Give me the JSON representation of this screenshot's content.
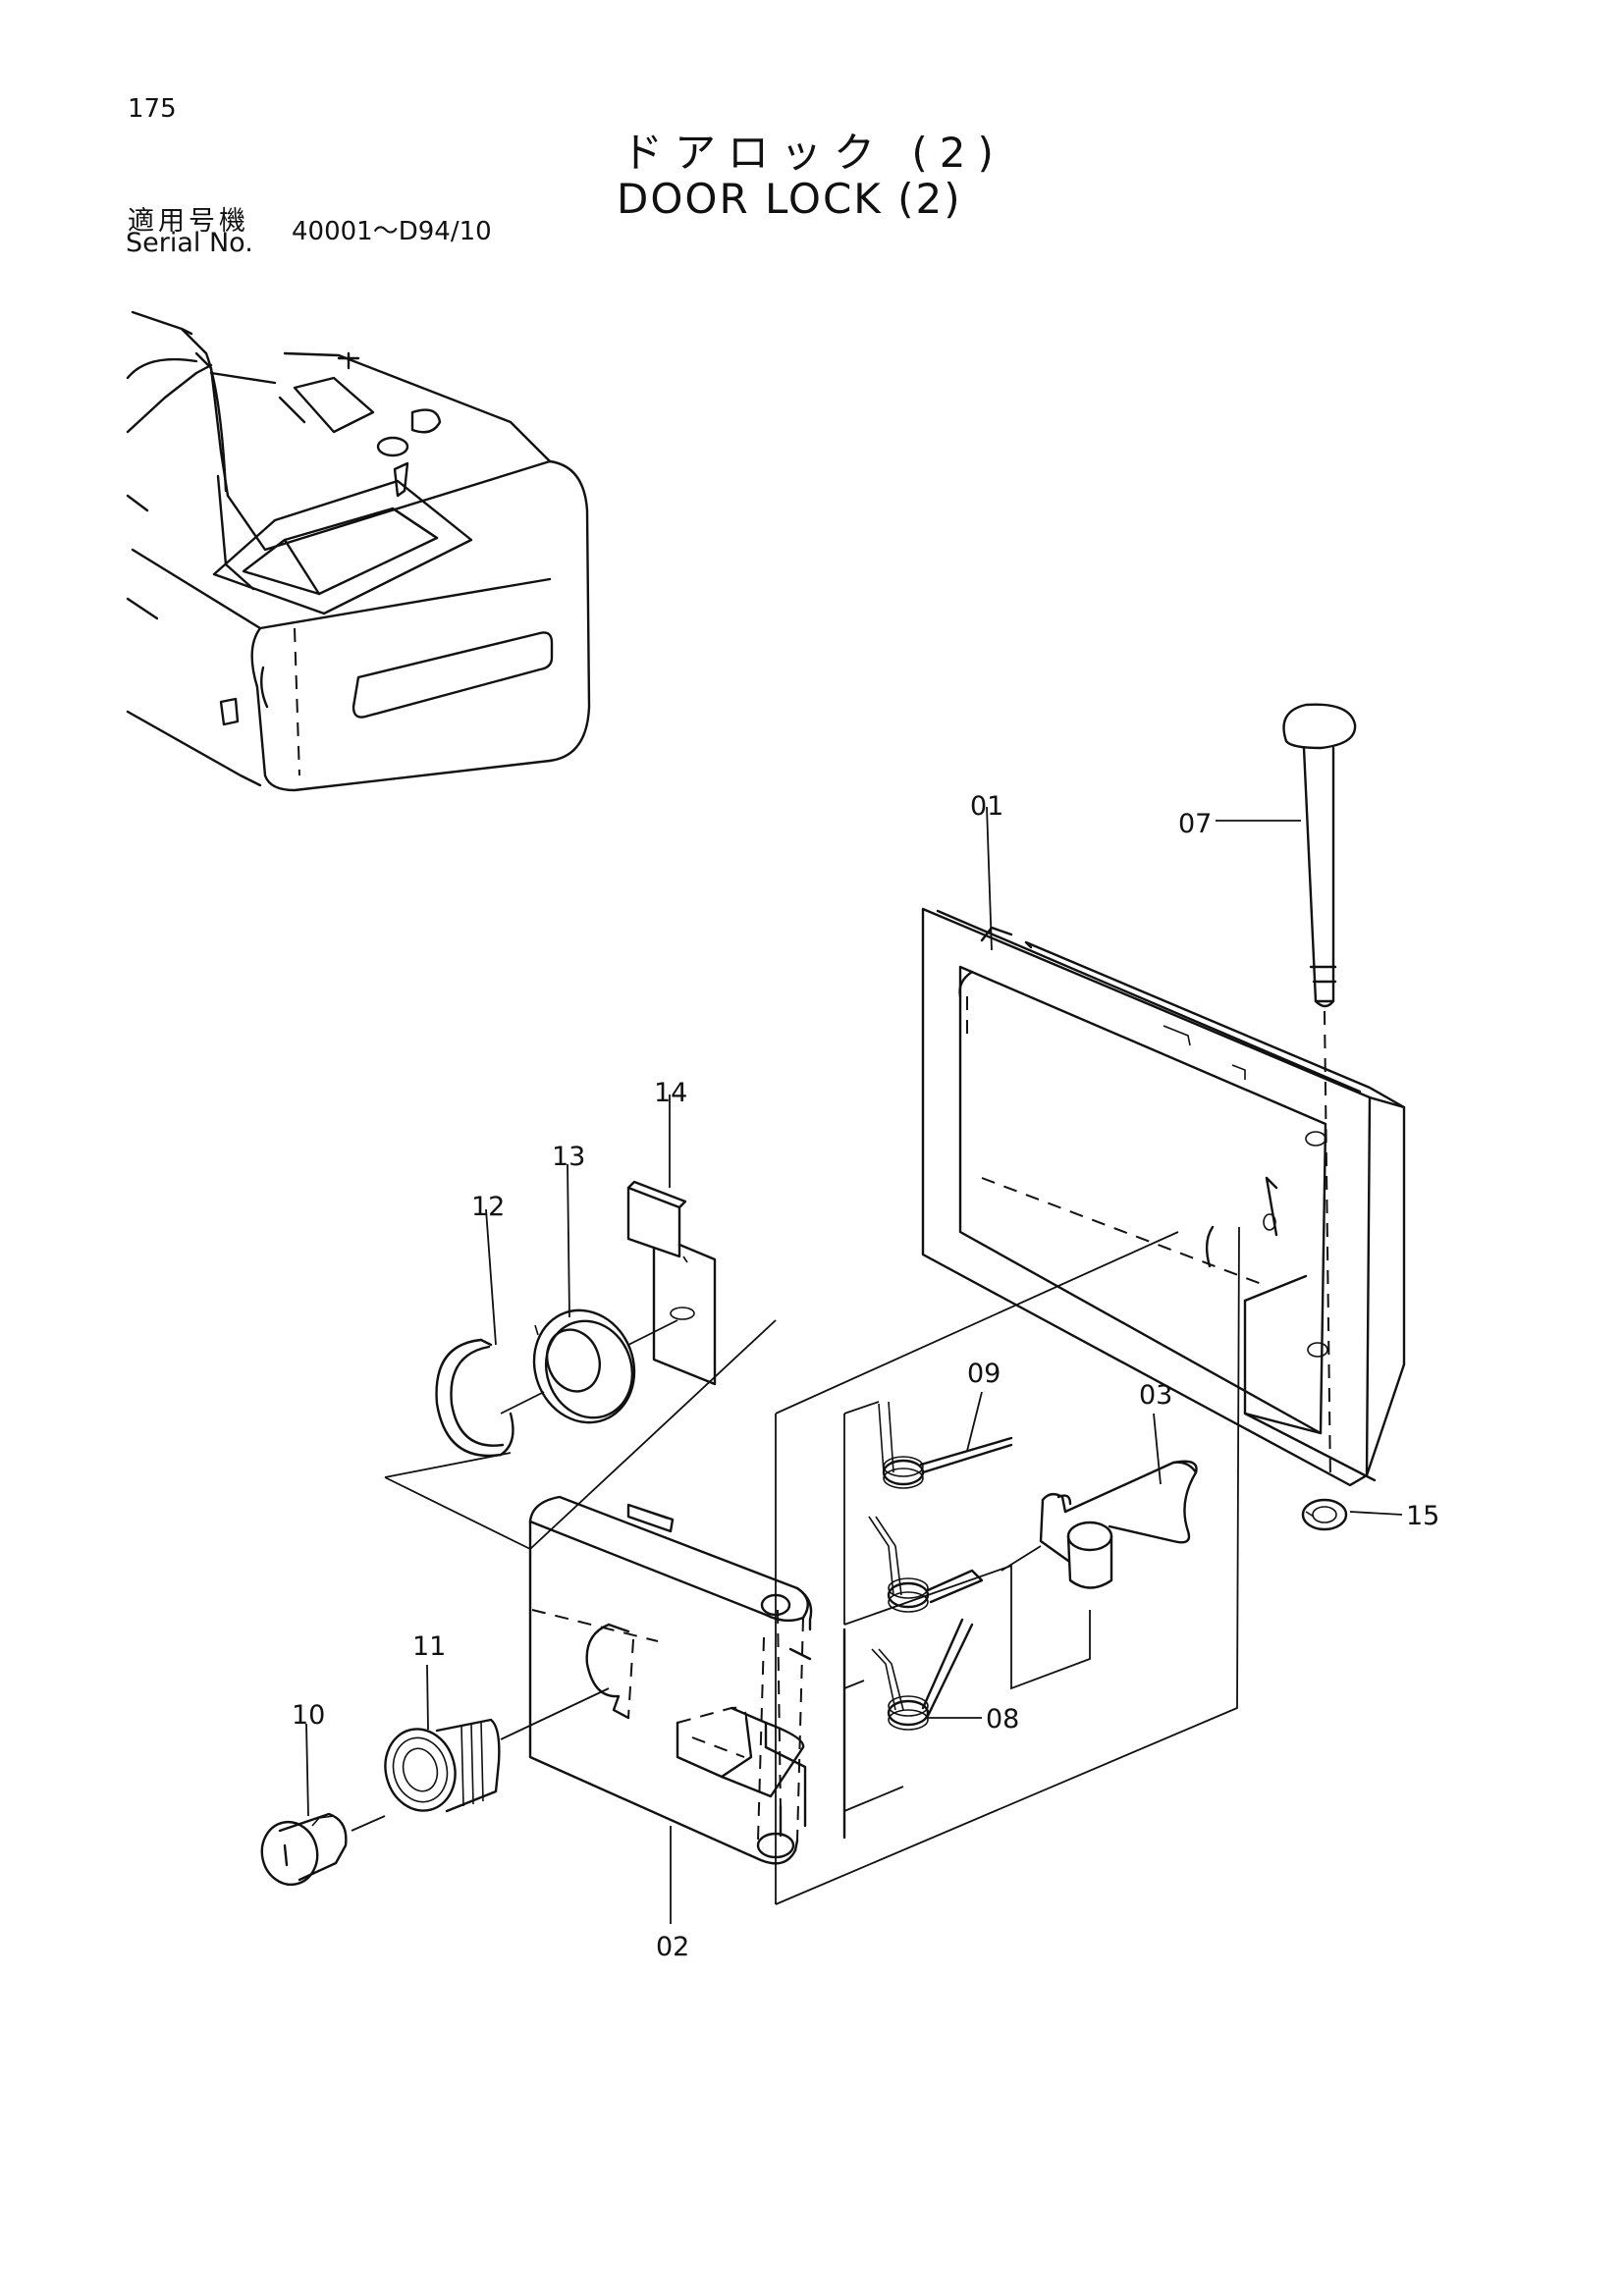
{
  "page": {
    "number": "175",
    "title_ja": "ドアロック (2)",
    "title_en": "DOOR LOCK (2)",
    "serial_label_ja": "適用号機",
    "serial_label_en": "Serial No.",
    "serial_range": "40001～D94/10"
  },
  "callouts": {
    "p01": "01",
    "p02": "02",
    "p03": "03",
    "p07": "07",
    "p08": "08",
    "p09": "09",
    "p10": "10",
    "p11": "11",
    "p12": "12",
    "p13": "13",
    "p14": "14",
    "p15": "15"
  }
}
